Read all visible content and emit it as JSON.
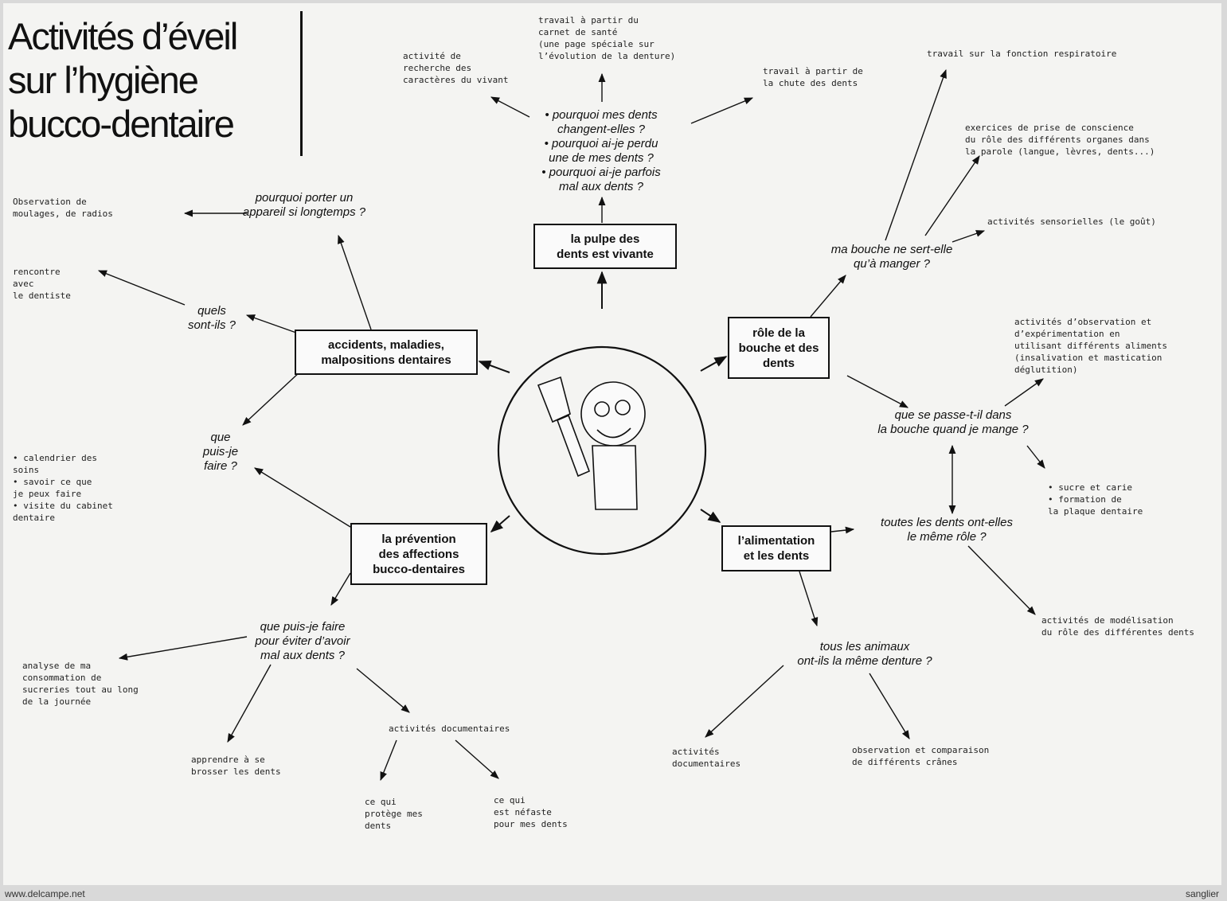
{
  "title": {
    "line1": "Activités d’éveil",
    "line2": "sur l’hygiène",
    "line3": "bucco-dentaire"
  },
  "boxes": {
    "pulp": "la pulpe des\ndents est vivante",
    "accidents": "accidents, maladies,\nmalpositions dentaires",
    "mouth_role": "rôle de la\nbouche et des\ndents",
    "prevention": "la prévention\ndes affections\nbucco-dentaires",
    "food": "l’alimentation\net les dents"
  },
  "questions": {
    "why_change": "• pourquoi mes dents\nchangent-elles ?\n• pourquoi ai-je perdu\nune de mes dents ?\n• pourquoi ai-je parfois\nmal aux dents ?",
    "why_apparatus": "pourquoi porter un\nappareil si longtemps ?",
    "which_are_they": "quels\nsont-ils ?",
    "what_can_i_do": "que\npuis-je\nfaire ?",
    "avoid_pain": "que puis-je faire\npour éviter d’avoir\nmal aux dents ?",
    "mouth_only_eat": "ma bouche ne sert-elle\nqu’à manger ?",
    "what_happens": "que se passe-t-il dans\nla bouche quand je mange ?",
    "same_role": "toutes les dents ont-elles\nle même rôle ?",
    "same_teeth": "tous les animaux\nont-ils la même denture ?"
  },
  "notes": {
    "health_booklet": "travail à partir du\ncarnet de santé\n(une page spéciale sur\nl’évolution de la denture)",
    "living_research": "activité de\nrecherche des\ncaractères du vivant",
    "tooth_fall": "travail à partir de\nla chute des dents",
    "breathing": "travail sur la fonction respiratoire",
    "awareness": "exercices de prise de conscience\ndu rôle des différents organes dans\nla parole (langue, lèvres, dents...)",
    "sensory": "activités sensorielles (le goût)",
    "observation": "activités d’observation et\nd’expérimentation en\nutilisant différents aliments\n(insalivation et mastication\ndéglutition)",
    "sugar": "• sucre et carie\n• formation de\nla plaque dentaire",
    "modeling": "activités de modélisation\ndu rôle des différentes dents",
    "doc_activities_right": "activités\ndocumentaires",
    "skulls": "observation et comparaison\nde différents crânes",
    "molds": "Observation de\nmoulages, de radios",
    "dentist": "rencontre\navec\nle dentiste",
    "calendar": "• calendrier des\nsoins\n• savoir ce que\nje peux faire\n• visite du cabinet\ndentaire",
    "sweets": "analyse de ma\nconsommation de\nsucreries tout au long\nde la journée",
    "brushing": "apprendre à se\nbrosser les dents",
    "doc_activities_center": "activités documentaires",
    "protects": "ce qui\nprotège mes\ndents",
    "harmful": "ce qui\nest néfaste\npour mes dents"
  },
  "footer": {
    "left": "www.delcampe.net",
    "right": "sanglier"
  }
}
